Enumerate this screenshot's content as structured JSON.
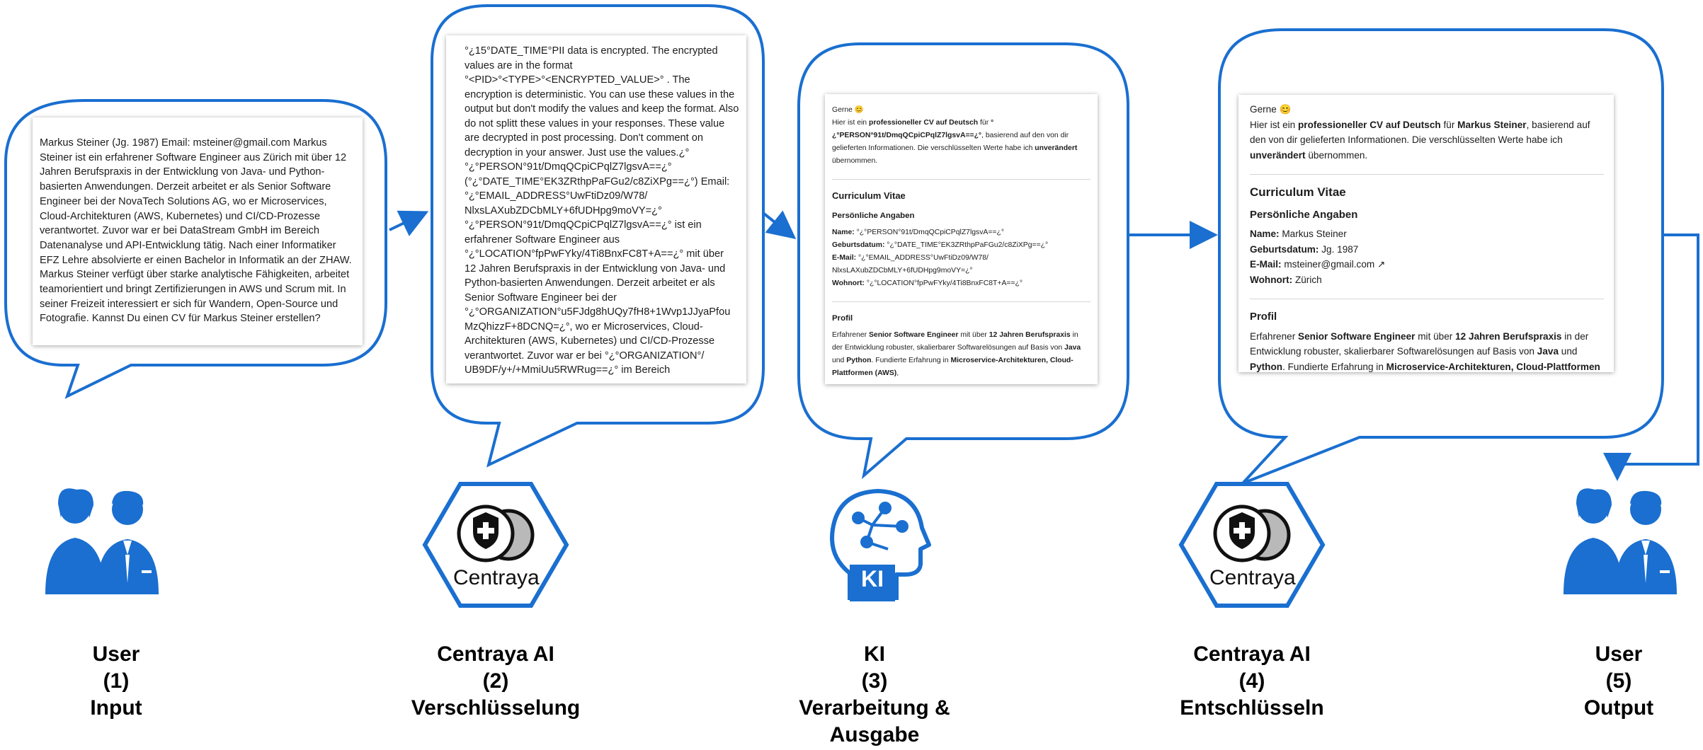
{
  "colors": {
    "accent": "#1a6fd0",
    "annotation_arrow": "#d61a1a",
    "text": "#1d1d1d"
  },
  "steps": [
    {
      "label": "User\n(1)\nInput",
      "icon": "users-icon"
    },
    {
      "label": "Centraya AI\n(2)\nVerschlüsselung",
      "icon": "centraya-logo-icon"
    },
    {
      "label": "KI\n(3)\nVerarbeitung &\nAusgabe",
      "icon": "ai-head-icon"
    },
    {
      "label": "Centraya AI\n(4)\nEntschlüsseln",
      "icon": "centraya-logo-icon"
    },
    {
      "label": "User\n(5)\nOutput",
      "icon": "users-icon"
    }
  ],
  "logo_text": "Centraya",
  "ki_badge": "KI",
  "bubble1": {
    "text": "Markus Steiner (Jg. 1987) Email: msteiner@gmail.com Markus Steiner ist ein erfahrener Software Engineer aus Zürich mit über 12 Jahren Berufspraxis in der Entwicklung von Java- und Python-basierten Anwendungen. Derzeit arbeitet er als Senior Software Engineer bei der NovaTech Solutions AG, wo er Microservices, Cloud-Architekturen (AWS, Kubernetes) und CI/CD-Prozesse verantwortet. Zuvor war er bei DataStream GmbH im Bereich Datenanalyse und API-Entwicklung tätig. Nach einer Informatiker EFZ Lehre absolvierte er einen Bachelor in Informatik an der ZHAW. Markus Steiner verfügt über starke analytische Fähigkeiten, arbeitet teamorientiert und bringt Zertifizierungen in AWS und Scrum mit. In seiner Freizeit interessiert er sich für Wandern, Open-Source und Fotografie. Kannst Du einen CV für Markus Steiner erstellen?"
  },
  "bubble2": {
    "text": "°¿15°DATE_TIME°PII data is encrypted. The encrypted values are in the format °<PID>°<TYPE>°<ENCRYPTED_VALUE>° . The encryption is deterministic. You can use these values in the output but don't modify the values and keep the format. Also do not splitt these values in your responses. These value are decrypted in post processing. Don't comment on decryption in your answer. Just use the values.¿°",
    "lines": [
      "°¿°PERSON°91t/DmqQCpiCPqlZ7lgsvA==¿°",
      "(°¿°DATE_TIME°EK3ZRthpPaFGu2/c8ZiXPg==¿°) Email:",
      "°¿°EMAIL_ADDRESS°UwFtiDz09/W78/",
      "NlxsLAXubZDCbMLY+6fUDHpg9moVY=¿°",
      "°¿°PERSON°91t/DmqQCpiCPqlZ7lgsvA==¿° ist ein",
      "erfahrener Software Engineer aus",
      "°¿°LOCATION°fpPwFYky/4Ti8BnxFC8T+A==¿° mit über",
      "12 Jahren Berufspraxis in der Entwicklung von Java- und",
      "Python-basierten Anwendungen. Derzeit arbeitet er als",
      "Senior Software Engineer bei der",
      "°¿°ORGANIZATION°u5FJdg8hUQy7fH8+1Wvp1JJyaPfou",
      "MzQhizzF+8DCNQ=¿°, wo er Microservices, Cloud-",
      "Architekturen (AWS, Kubernetes) und CI/CD-Prozesse",
      "verantwortet. Zuvor war er bei °¿°ORGANIZATION°/",
      "UB9DF/y+/+MmiUu5RWRug==¿° im Bereich"
    ]
  },
  "bubble3": {
    "greeting": "Gerne 😊",
    "intro_pre": "Hier ist ein ",
    "intro_bold": "professioneller CV auf Deutsch",
    "intro_mid": " für ",
    "intro_token": "°¿°PERSON°91t/DmqQCpiCPqlZ7lgsvA==¿°",
    "intro_post": ", basierend auf den von dir gelieferten Informationen. Die verschlüsselten Werte habe ich ",
    "intro_bold2": "unverändert",
    "intro_end": " übernommen.",
    "cv_title": "Curriculum Vitae",
    "section": "Persönliche Angaben",
    "fields": [
      {
        "label": "Name:",
        "value": "°¿°PERSON°91t/DmqQCpiCPqlZ7lgsvA==¿°"
      },
      {
        "label": "Geburtsdatum:",
        "value": "°¿°DATE_TIME°EK3ZRthpPaFGu2/c8ZiXPg==¿°"
      },
      {
        "label": "E-Mail:",
        "value": "°¿°EMAIL_ADDRESS°UwFtiDz09/W78/ NlxsLAXubZDCbMLY+6fUDHpg9moVY=¿°"
      },
      {
        "label": "Wohnort:",
        "value": "°¿°LOCATION°fpPwFYky/4Ti8BnxFC8T+A==¿°"
      }
    ],
    "profile_title": "Profil",
    "profile_pre": "Erfahrener ",
    "profile_b1": "Senior Software Engineer",
    "profile_mid": " mit über ",
    "profile_b2": "12 Jahren Berufspraxis",
    "profile_post": " in der Entwicklung robuster, skalierbarer Softwarelösungen auf Basis von ",
    "profile_b3": "Java",
    "profile_and": " und ",
    "profile_b4": "Python",
    "profile_line2": ". Fundierte Erfahrung in ",
    "profile_b5": "Microservice-Architekturen, Cloud-Plattformen (AWS)",
    "profile_end": ","
  },
  "bubble4": {
    "greeting": "Gerne 😊",
    "intro_pre": "Hier ist ein ",
    "intro_bold": "professioneller CV auf Deutsch",
    "intro_mid": " für ",
    "intro_name": "Markus Steiner",
    "intro_post": ", basierend auf den von dir gelieferten Informationen. Die verschlüsselten Werte habe ich ",
    "intro_bold2": "unverändert",
    "intro_end": " übernommen.",
    "cv_title": "Curriculum Vitae",
    "section": "Persönliche Angaben",
    "fields": [
      {
        "label": "Name:",
        "value": "Markus Steiner"
      },
      {
        "label": "Geburtsdatum:",
        "value": "Jg. 1987"
      },
      {
        "label": "E-Mail:",
        "value": "msteiner@gmail.com ↗"
      },
      {
        "label": "Wohnort:",
        "value": "Zürich"
      }
    ],
    "profile_title": "Profil",
    "profile_pre": "Erfahrener ",
    "profile_b1": "Senior Software Engineer",
    "profile_mid": " mit über ",
    "profile_b2": "12 Jahren Berufspraxis",
    "profile_post": " in der Entwicklung robuster, skalierbarer Softwarelösungen auf Basis von ",
    "profile_b3": "Java",
    "profile_and": " und ",
    "profile_b4": "Python",
    "profile_line2": ". Fundierte Erfahrung in ",
    "profile_b5": "Microservice-Architekturen, Cloud-Plattformen (AWS)",
    "profile_end": ","
  }
}
